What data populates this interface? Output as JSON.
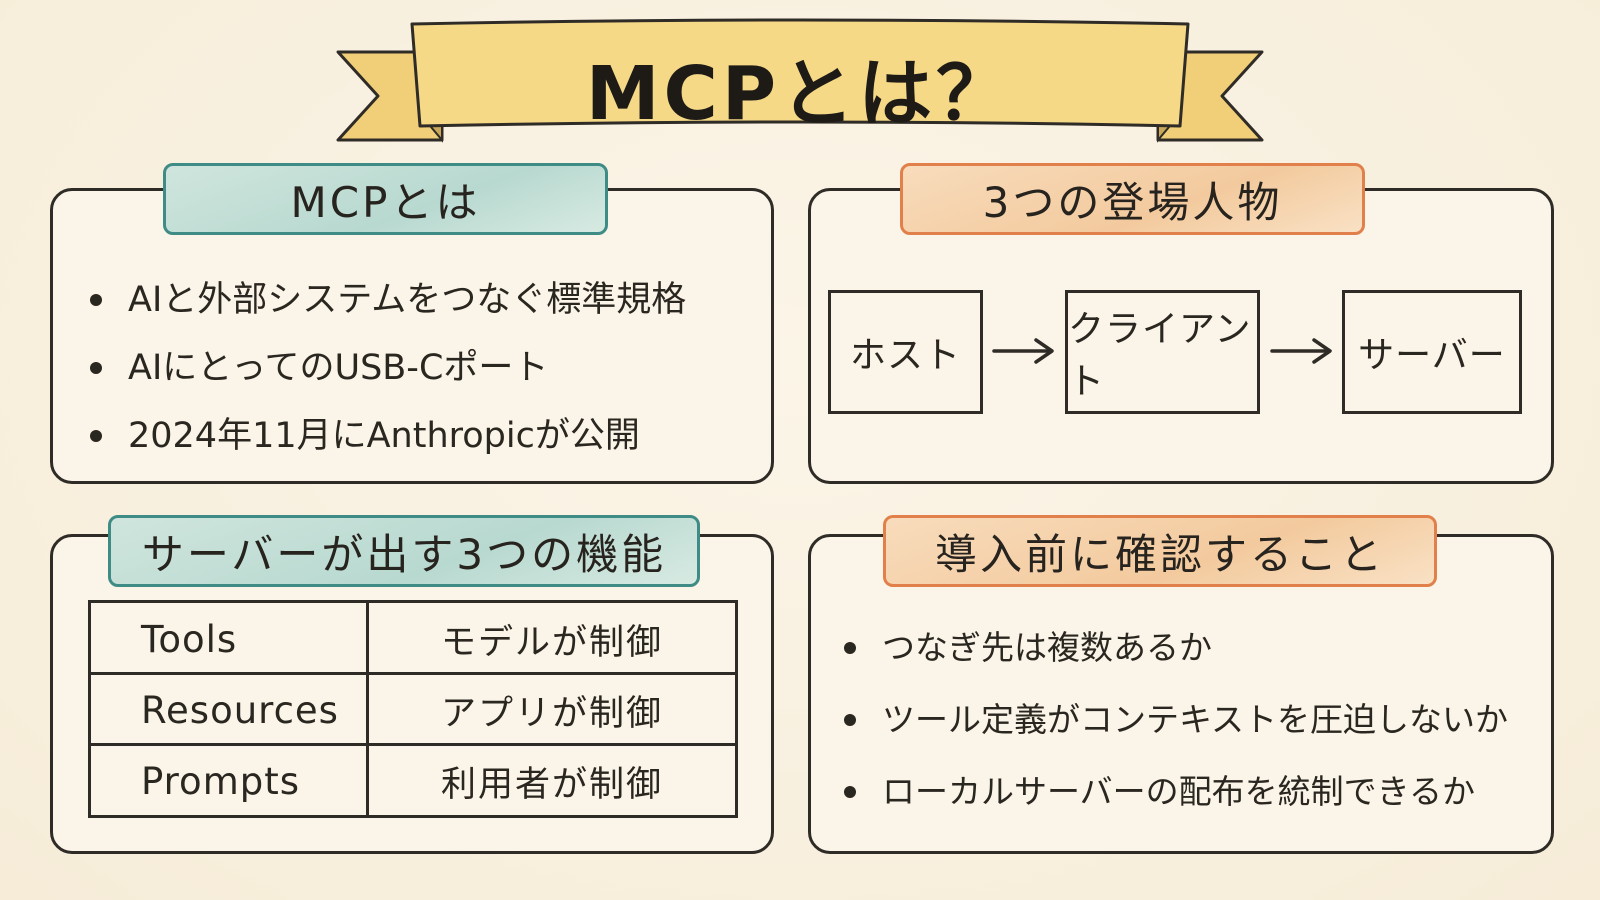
{
  "banner": {
    "title": "MCPとは？"
  },
  "sections": {
    "about": {
      "heading": "MCPとは",
      "bullets": [
        "AIと外部システムをつなぐ標準規格",
        "AIにとってのUSB-Cポート",
        "2024年11月にAnthropicが公開"
      ]
    },
    "actors": {
      "heading": "3つの登場人物",
      "flow": [
        "ホスト",
        "クライアント",
        "サーバー"
      ]
    },
    "features": {
      "heading": "サーバーが出す3つの機能",
      "rows": [
        {
          "name": "Tools",
          "control": "モデルが制御"
        },
        {
          "name": "Resources",
          "control": "アプリが制御"
        },
        {
          "name": "Prompts",
          "control": "利用者が制御"
        }
      ]
    },
    "checklist": {
      "heading": "導入前に確認すること",
      "bullets": [
        "つなぎ先は複数あるか",
        "ツール定義がコンテキストを圧迫しないか",
        "ローカルサーバーの配布を統制できるか"
      ]
    }
  },
  "colors": {
    "teal_accent": "#3f8b86",
    "orange_accent": "#e1804a",
    "banner_fill": "#f3d67f",
    "ink": "#2f2b26"
  },
  "icons": {
    "flow_connector": "right-arrow-icon"
  }
}
